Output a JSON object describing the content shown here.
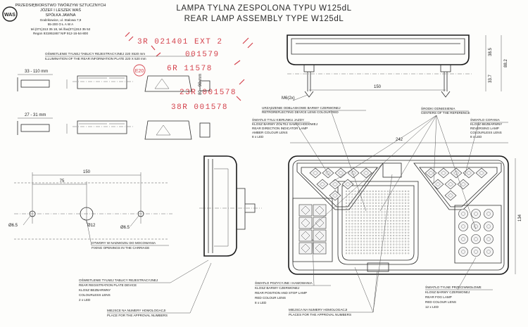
{
  "company": {
    "line1": "PRZEDSIĘBIORSTWO TWÓRZYW SZTUCZNYCH",
    "line2": "JÓZEF I LESZEK WAŚ",
    "line3": "SPÓŁKA JAWNA",
    "line4": "Godzikowice, ul. Stalowa 7,9",
    "line5": "55-200   O Ł A W A",
    "line6": "tel.(071)313 35 18, tel./fax(071)313 35 52",
    "line7": "Regon 931951867 NIP 912-16-54-800",
    "logo_text": "WAS"
  },
  "title": {
    "pl": "LAMPA TYLNA ZESPOLONA TYPU W125dL",
    "en": "REAR LAMP ASSEMBLY TYPE W125dL"
  },
  "approval_marks": {
    "line1": "3R  021401   EXT 2",
    "line2": "001579",
    "line3": "6R   11578",
    "line4": "23R  001578",
    "line5": "38R  001578",
    "e_mark": "E20"
  },
  "plate_illumination": {
    "pl": "OŚWIETLENIE TYLNEJ TABLICY REJESTRACYJNEJ 220 X520 mm",
    "en": "ILLUMINATION OF THE REAR INFORMATION PLATE 220 X 520 mm",
    "dim_a": "33 - 110 mm",
    "dim_b": "27 - 31 mm",
    "dim_side": "80 - 90 mm"
  },
  "top_view": {
    "dim_height": "38.5",
    "dim_total": "88.2",
    "dim_lower": "33.7",
    "dim_base": "150",
    "thread": "M6(2x)"
  },
  "mount": {
    "dim_total": "150",
    "dim_half": "75",
    "hole_center": "Ø12",
    "hole_left": "Ø6.5",
    "hole_right": "Ø6.5",
    "caption_pl": "OTWORY W NADWOZIU DO MOCOWANIA",
    "caption_en": "FIXING OPENINGS IN THE CARRIAGE"
  },
  "front_view": {
    "dim_width": "242",
    "dim_height": "134"
  },
  "labels": {
    "reflector_pl": "URZĄDZENIE ODBLASKOWE BARWY CZERWONEJ",
    "reflector_en": "RETROREFLECTING DEVICE LENS COLOUR RED",
    "centers_pl": "ŚRODKI ODNIESIENIA",
    "centers_en": "CENTERS OF THE REFERENCE",
    "indicator_1": "ŚWIATŁO TYŁU KIERUNKU JAZDY",
    "indicator_2": "KLOSZ BARWY ŻÓŁTEJ SAMOCHODOWEJ",
    "indicator_3": "REAR DIRECTION INDICATOR LAMP",
    "indicator_4": "AMBER COLOUR LENS",
    "indicator_5": "8 x LED",
    "reverse_1": "ŚWIATŁO COFANIA",
    "reverse_2": "KLOSZ BEZBARWNY",
    "reverse_3": "REVERSING LAMP",
    "reverse_4": "COLOURLESS LENS",
    "reverse_5": "8 x LED",
    "plate_1": "OŚWIETLENIE TYLNEJ TABLICY REJESTRACYJNEJ",
    "plate_2": "REAR REGISTRATION PLATE DEVICE",
    "plate_3": "KLOSZ BEZBARWNY",
    "plate_4": "COLOURLESS LENS",
    "plate_5": "2 x LED",
    "homolog_left_pl": "MIEJSCE NA NUMERY HOMOLOGACJI",
    "homolog_left_en": "PLACE FOR THE APPROVAL NUMBERS",
    "stop_1": "ŚWIATŁO POZYCYJNE I HAMOWANIA",
    "stop_2": "KLOSZ BARWY CZERWONEJ",
    "stop_3": "REAR POSITION AND STOP LAMP",
    "stop_4": "RED COLOUR LENS",
    "stop_5": "8 x LED",
    "homolog_mid_pl": "MIEJSCA NA NUMERY HOMOLOGACJI",
    "homolog_mid_en": "PLACES FOR THE APPROVAL NUMBERS",
    "fog_1": "ŚWIATŁO TYLNE PRZECIWMGŁOWE",
    "fog_2": "KLOSZ BARWY CZERWONEJ",
    "fog_3": "REAR FOG LAMP",
    "fog_4": "RED COLOUR LENS",
    "fog_5": "12 x LED"
  }
}
